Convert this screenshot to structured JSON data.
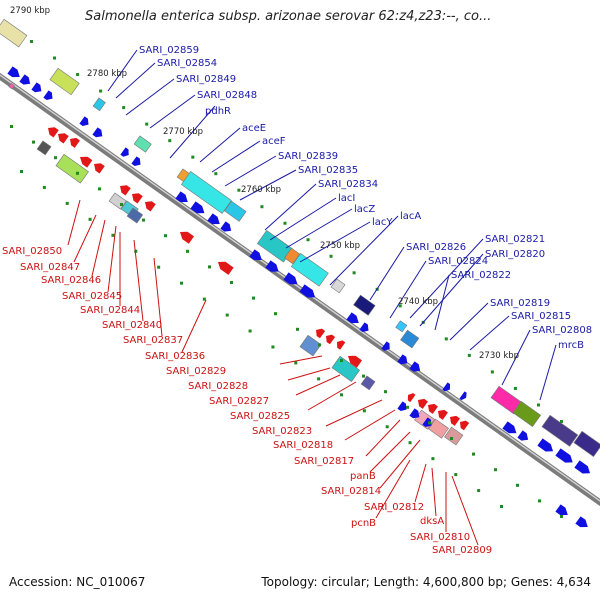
{
  "title": "Salmonella enterica subsp. arizonae serovar 62:z4,z23:--, co...",
  "footer": {
    "accession": "Accession: NC_010067",
    "topology": "Topology: circular; Length: 4,600,800 bp; Genes: 4,634"
  },
  "ticks": [
    "2790 kbp",
    "2780 kbp",
    "2770 kbp",
    "2760 kbp",
    "2750 kbp",
    "2740 kbp",
    "2730 kbp"
  ],
  "forward_labels": [
    "SARI_02859",
    "SARI_02854",
    "SARI_02849",
    "SARI_02848",
    "pdhR",
    "aceE",
    "aceF",
    "SARI_02839",
    "SARI_02835",
    "SARI_02834",
    "lacI",
    "lacZ",
    "lacY",
    "lacA",
    "SARI_02826",
    "SARI_02824",
    "SARI_02821",
    "SARI_02820",
    "SARI_02822",
    "SARI_02819",
    "SARI_02815",
    "SARI_02808",
    "mrcB"
  ],
  "reverse_labels": [
    "SARI_02850",
    "SARI_02847",
    "SARI_02846",
    "SARI_02845",
    "SARI_02844",
    "SARI_02840",
    "SARI_02837",
    "SARI_02836",
    "SARI_02829",
    "SARI_02828",
    "SARI_02827",
    "SARI_02825",
    "SARI_02823",
    "SARI_02818",
    "SARI_02817",
    "panB",
    "SARI_02814",
    "pcnB",
    "SARI_02812",
    "dksA",
    "SARI_02810",
    "SARI_02809"
  ],
  "colors": {
    "forward_gene": "#1010e0",
    "reverse_gene": "#e21818",
    "forward_label": "#1a1aa6",
    "reverse_label": "#cc1111",
    "backbone": "#8a8a8a",
    "dots": "#1f8a1f"
  }
}
